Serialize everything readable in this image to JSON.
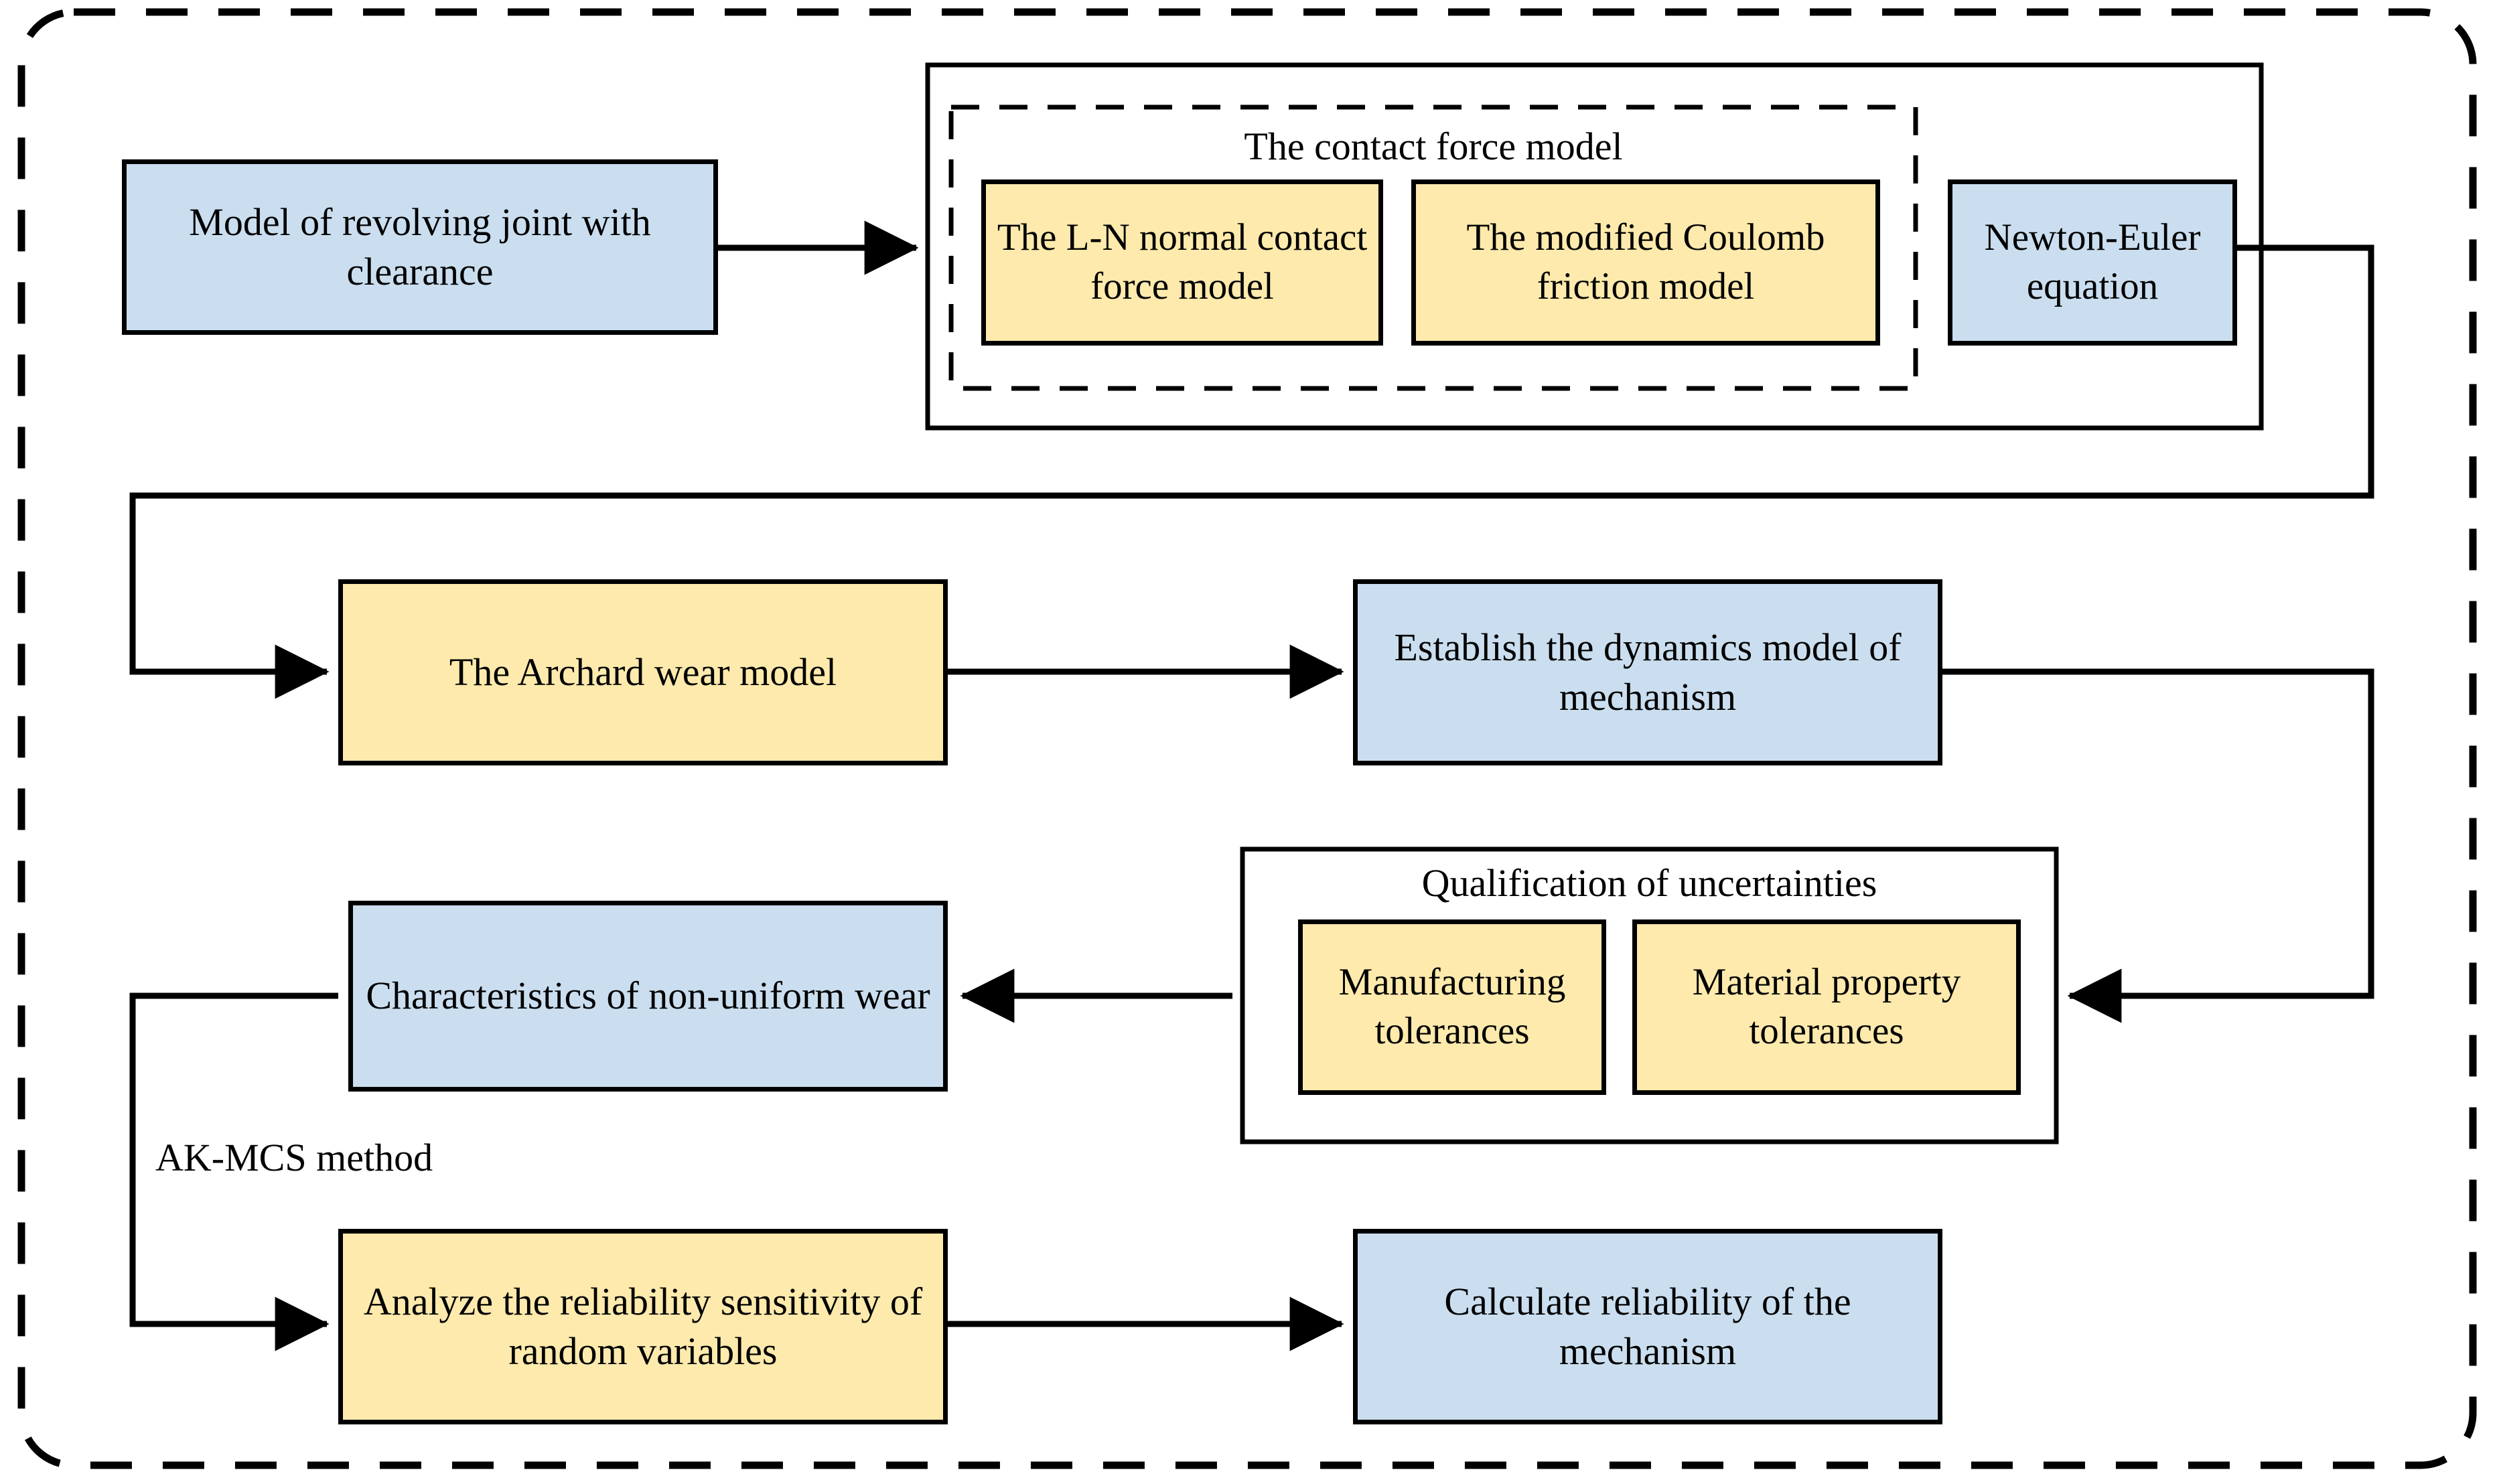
{
  "diagram": {
    "title_free_labels": [
      {
        "id": "ak-mcs",
        "text": "AK-MCS method"
      }
    ],
    "groups": {
      "outer_dashed": {
        "name": "outer-dashed-frame"
      },
      "contact_force_outer": {
        "name": "contact-force-outer-frame"
      },
      "contact_force_inner": {
        "label": "The contact force model"
      },
      "uncertainty": {
        "label": "Qualification of uncertainties"
      }
    },
    "nodes": {
      "revolving_joint": {
        "label": "Model of revolving joint with clearance",
        "fill": "#cadeef"
      },
      "ln_normal": {
        "label": "The L-N normal contact force model",
        "fill": "#fdeaac"
      },
      "coulomb_friction": {
        "label": "The modified Coulomb friction model",
        "fill": "#fdeaac"
      },
      "newton_euler": {
        "label": "Newton-Euler equation",
        "fill": "#cadeef"
      },
      "archard_wear": {
        "label": "The Archard wear model",
        "fill": "#fdeaac"
      },
      "dynamics_model": {
        "label": "Establish the dynamics model of mechanism",
        "fill": "#cadeef"
      },
      "manufacturing_tol": {
        "label": "Manufacturing tolerances",
        "fill": "#fdeaac"
      },
      "material_tol": {
        "label": "Material property tolerances",
        "fill": "#fdeaac"
      },
      "nonuniform_wear": {
        "label": "Characteristics of non-uniform wear",
        "fill": "#cadeef"
      },
      "reliability_sensitivity": {
        "label": "Analyze the reliability sensitivity of random variables",
        "fill": "#fdeaac"
      },
      "calculate_reliability": {
        "label": "Calculate reliability of the mechanism",
        "fill": "#cadeef"
      }
    },
    "flow_edges": [
      {
        "from": "revolving_joint",
        "to": "contact_force_outer",
        "arrow": true
      },
      {
        "from": "newton_euler",
        "to": "archard_wear",
        "arrow": true
      },
      {
        "from": "archard_wear",
        "to": "dynamics_model",
        "arrow": true
      },
      {
        "from": "dynamics_model",
        "to": "uncertainty",
        "arrow": true
      },
      {
        "from": "uncertainty",
        "to": "nonuniform_wear",
        "arrow": true
      },
      {
        "from": "nonuniform_wear",
        "to": "reliability_sensitivity",
        "arrow": true
      },
      {
        "from": "reliability_sensitivity",
        "to": "calculate_reliability",
        "arrow": true
      }
    ],
    "colors": {
      "blue_fill": "#cadeef",
      "yellow_fill": "#fdeaac",
      "stroke": "#000000",
      "background": "#ffffff"
    }
  }
}
